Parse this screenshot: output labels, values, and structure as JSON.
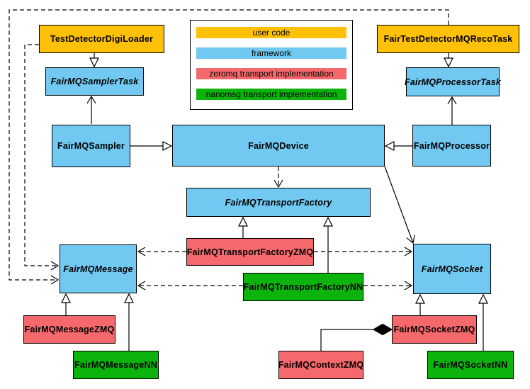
{
  "diagram": {
    "description": "FairMQ class diagram",
    "legend": {
      "items": [
        {
          "label": "user code",
          "color": "#FFC107"
        },
        {
          "label": "framework",
          "color": "#71C8F0"
        },
        {
          "label": "zeromq transport implementation",
          "color": "#F5696C"
        },
        {
          "label": "nanomsg transport implementation",
          "color": "#0DB30D"
        }
      ]
    },
    "nodes": {
      "testDetectorDigiLoader": {
        "label": "TestDetectorDigiLoader",
        "category": "user code",
        "abstract": false
      },
      "fairTestDetectorMQRecoTask": {
        "label": "FairTestDetectorMQRecoTask",
        "category": "user code",
        "abstract": false
      },
      "fairMQSamplerTask": {
        "label": "FairMQSamplerTask",
        "category": "framework",
        "abstract": true
      },
      "fairMQProcessorTask": {
        "label": "FairMQProcessorTask",
        "category": "framework",
        "abstract": true
      },
      "fairMQSampler": {
        "label": "FairMQSampler",
        "category": "framework",
        "abstract": false
      },
      "fairMQDevice": {
        "label": "FairMQDevice",
        "category": "framework",
        "abstract": false
      },
      "fairMQProcessor": {
        "label": "FairMQProcessor",
        "category": "framework",
        "abstract": false
      },
      "fairMQTransportFactory": {
        "label": "FairMQTransportFactory",
        "category": "framework",
        "abstract": true
      },
      "fairMQTransportFactoryZMQ": {
        "label": "FairMQTransportFactoryZMQ",
        "category": "zeromq",
        "abstract": false
      },
      "fairMQTransportFactoryNN": {
        "label": "FairMQTransportFactoryNN",
        "category": "nanomsg",
        "abstract": false
      },
      "fairMQMessage": {
        "label": "FairMQMessage",
        "category": "framework",
        "abstract": true
      },
      "fairMQSocket": {
        "label": "FairMQSocket",
        "category": "framework",
        "abstract": true
      },
      "fairMQMessageZMQ": {
        "label": "FairMQMessageZMQ",
        "category": "zeromq",
        "abstract": false
      },
      "fairMQMessageNN": {
        "label": "FairMQMessageNN",
        "category": "nanomsg",
        "abstract": false
      },
      "fairMQContextZMQ": {
        "label": "FairMQContextZMQ",
        "category": "zeromq",
        "abstract": false
      },
      "fairMQSocketZMQ": {
        "label": "FairMQSocketZMQ",
        "category": "zeromq",
        "abstract": false
      },
      "fairMQSocketNN": {
        "label": "FairMQSocketNN",
        "category": "nanomsg",
        "abstract": false
      }
    },
    "edges": [
      {
        "from": "TestDetectorDigiLoader",
        "to": "FairMQSamplerTask",
        "type": "inheritance"
      },
      {
        "from": "FairTestDetectorMQRecoTask",
        "to": "FairMQProcessorTask",
        "type": "inheritance"
      },
      {
        "from": "FairMQSampler",
        "to": "FairMQDevice",
        "type": "inheritance"
      },
      {
        "from": "FairMQProcessor",
        "to": "FairMQDevice",
        "type": "inheritance"
      },
      {
        "from": "FairMQSampler",
        "to": "FairMQSamplerTask",
        "type": "association"
      },
      {
        "from": "FairMQProcessor",
        "to": "FairMQProcessorTask",
        "type": "association"
      },
      {
        "from": "FairMQDevice",
        "to": "FairMQTransportFactory",
        "type": "dependency"
      },
      {
        "from": "FairMQDevice",
        "to": "FairMQSocket",
        "type": "association"
      },
      {
        "from": "FairMQTransportFactoryZMQ",
        "to": "FairMQTransportFactory",
        "type": "inheritance"
      },
      {
        "from": "FairMQTransportFactoryNN",
        "to": "FairMQTransportFactory",
        "type": "inheritance"
      },
      {
        "from": "FairMQTransportFactoryZMQ",
        "to": "FairMQMessage",
        "type": "dependency"
      },
      {
        "from": "FairMQTransportFactoryZMQ",
        "to": "FairMQSocket",
        "type": "dependency"
      },
      {
        "from": "FairMQTransportFactoryNN",
        "to": "FairMQMessage",
        "type": "dependency"
      },
      {
        "from": "FairMQTransportFactoryNN",
        "to": "FairMQSocket",
        "type": "dependency"
      },
      {
        "from": "TestDetectorDigiLoader",
        "to": "FairMQMessage",
        "type": "dependency"
      },
      {
        "from": "FairTestDetectorMQRecoTask",
        "to": "FairMQMessage",
        "type": "dependency"
      },
      {
        "from": "FairMQMessageZMQ",
        "to": "FairMQMessage",
        "type": "inheritance"
      },
      {
        "from": "FairMQMessageNN",
        "to": "FairMQMessage",
        "type": "inheritance"
      },
      {
        "from": "FairMQSocketZMQ",
        "to": "FairMQSocket",
        "type": "inheritance"
      },
      {
        "from": "FairMQSocketNN",
        "to": "FairMQSocket",
        "type": "inheritance"
      },
      {
        "from": "FairMQContextZMQ",
        "to": "FairMQSocketZMQ",
        "type": "composition"
      }
    ],
    "colors": {
      "user_code": "#FFC107",
      "framework": "#71C8F0",
      "zeromq": "#F5696C",
      "nanomsg": "#0DB30D",
      "edge": "#000000",
      "background": "#FFFFFF"
    }
  }
}
